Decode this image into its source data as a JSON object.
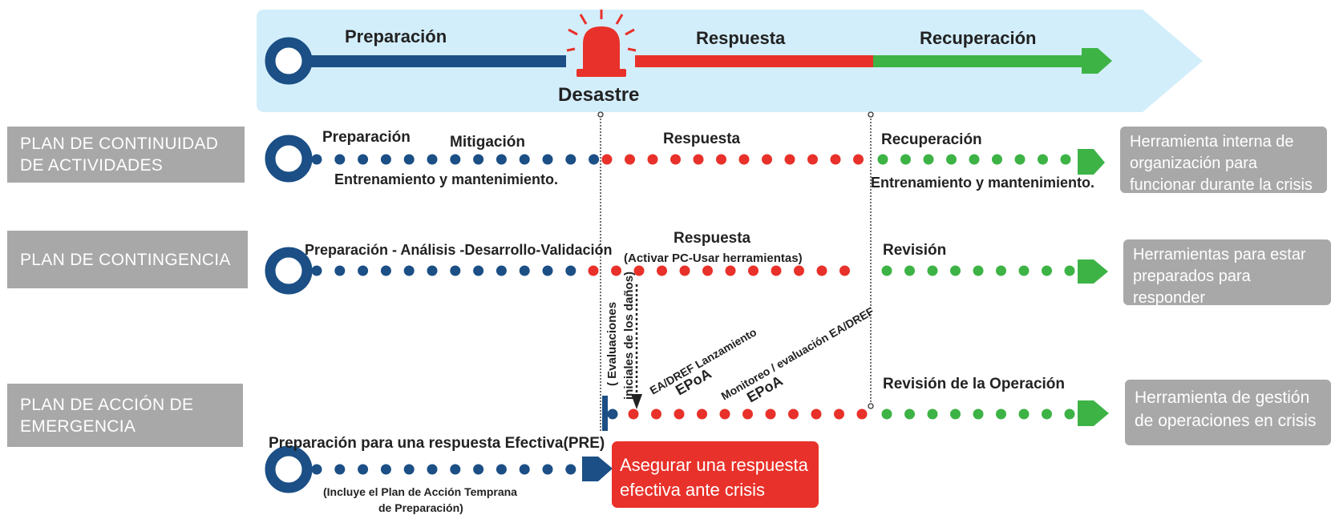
{
  "colors": {
    "banner": "#d3eefb",
    "prep": "#1b4f85",
    "response": "#e8312a",
    "recovery": "#3db346",
    "box": "#a8a8a8"
  },
  "timeline": {
    "preparacion": "Preparación",
    "desastre": "Desastre",
    "respuesta": "Respuesta",
    "recuperacion": "Recuperación",
    "siren_icon": "siren-icon"
  },
  "rows": {
    "continuidad": {
      "label": "PLAN DE CONTINUIDAD\nDE  ACTIVIDADES",
      "preparacion": "Preparación",
      "mitigacion": "Mitigación",
      "entrenamiento_1": "Entrenamiento y mantenimiento.",
      "respuesta": "Respuesta",
      "recuperacion": "Recuperación",
      "entrenamiento_2": "Entrenamiento y mantenimiento.",
      "description": "Herramienta interna de\norganización para\nfuncionar durante la crisis"
    },
    "contingencia": {
      "label": "PLAN DE CONTINGENCIA",
      "phases": "Preparación - Análisis -Desarrollo-Validación",
      "respuesta": "Respuesta",
      "activar": "(Activar PC-Usar herramientas)",
      "revision": "Revisión",
      "description": "Herramientas para estar\npreparados para responder\na un cierto tipo de crisis"
    },
    "emergencia": {
      "label": "PLAN DE ACCIÓN DE\nEMERGENCIA",
      "evaluaciones_1": "( Evaluaciones",
      "evaluaciones_2": "iniciales de los daños)",
      "lanzamiento": "EA/DREF Lanzamiento",
      "epoa_1": "EPoA",
      "monitoreo": "Monitoreo / evaluación EA/DREF",
      "epoa_2": "EPoA",
      "revision_operacion": "Revisión de la Operación",
      "description": "Herramienta de gestión\nde operaciones en crisis"
    },
    "pre": {
      "title": "Preparación para una respuesta Efectiva(PRE)",
      "note_1": "(Incluye el Plan de Acción Temprana",
      "note_2": "de Preparación)",
      "result": "Asegurar una respuesta\nefectiva ante crisis"
    }
  }
}
